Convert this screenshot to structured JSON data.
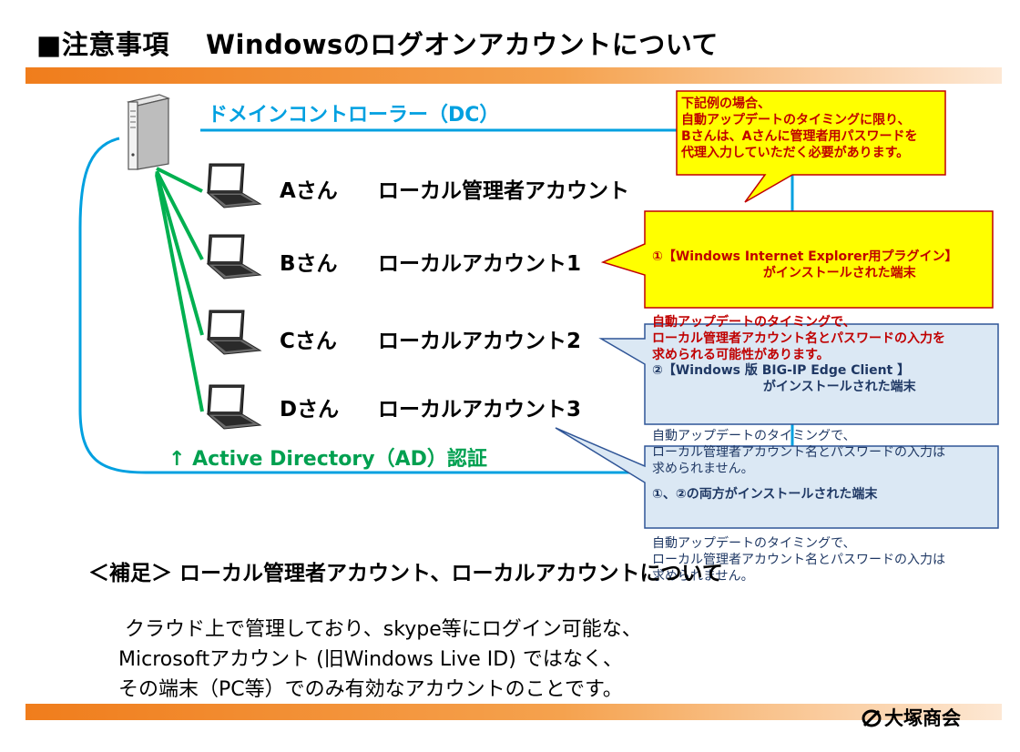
{
  "title": "■注意事項　 Windowsのログオンアカウントについて",
  "dc_label": "ドメインコントローラー（DC）",
  "users": [
    {
      "name": "Aさん",
      "account": "ローカル管理者アカウント"
    },
    {
      "name": "Bさん",
      "account": "ローカルアカウント1"
    },
    {
      "name": "Cさん",
      "account": "ローカルアカウント2"
    },
    {
      "name": "Dさん",
      "account": "ローカルアカウント3"
    }
  ],
  "ad_label": "↑ Active Directory（AD）認証",
  "callouts": {
    "top": "下記例の場合、\n自動アップデートのタイミングに限り、\nBさんは、Aさんに管理者用パスワードを\n代理入力していただく必要があります。",
    "c1_header": "①【Windows Internet Explorer用プラグイン】\n                         がインストールされた端末",
    "c1_body": "自動アップデートのタイミングで、\nローカル管理者アカウント名とパスワードの入力を\n求められる可能性があります。",
    "c2_header": "②【Windows 版 BIG-IP Edge Client 】\n                         がインストールされた端末",
    "c2_body": "自動アップデートのタイミングで、\nローカル管理者アカウント名とパスワードの入力は\n求められません。",
    "c3_header": "①、②の両方がインストールされた端末",
    "c3_body": "自動アップデートのタイミングで、\nローカル管理者アカウント名とパスワードの入力は\n求められません。"
  },
  "supplement": {
    "title": "＜補足＞  ローカル管理者アカウント、ローカルアカウントについて",
    "body": " クラウド上で管理しており、skype等にログイン可能な、\nMicrosoftアカウント (旧Windows Live ID) ではなく、\nその端末（PC等）でのみ有効なアカウントのことです。"
  },
  "company": "大塚商会",
  "colors": {
    "accent_orange": "#f07d1c",
    "dc_blue": "#00a0e0",
    "ad_green": "#00a050",
    "callout_yellow": "#ffff00",
    "callout_red": "#c00000",
    "callout_blue_fill": "#dbe8f4",
    "callout_blue_border": "#2f5597"
  },
  "icons": [
    "server-icon",
    "laptop-icon"
  ]
}
